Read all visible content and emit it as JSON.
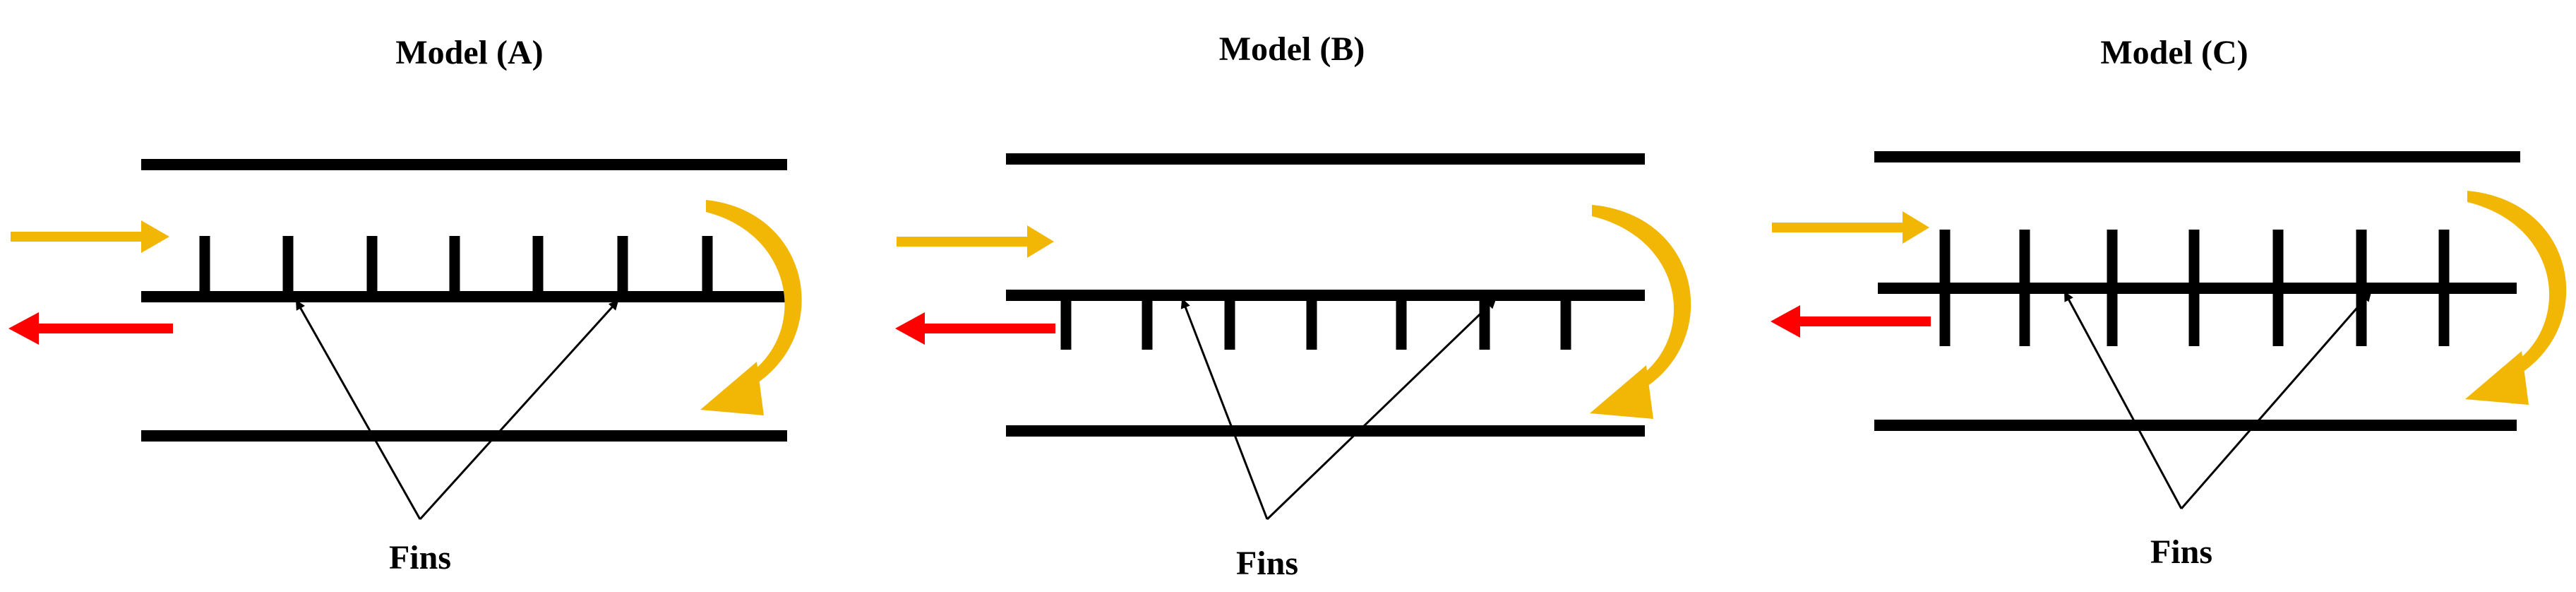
{
  "colors": {
    "line": "#000000",
    "inflow_arrow": "#F2B705",
    "outflow_arrow": "#FF0000",
    "turn_arrow": "#F2B705",
    "background": "#FFFFFF"
  },
  "models": [
    {
      "id": "A",
      "title": "Model (A)",
      "fin_label": "Fins",
      "fin_placement": "above inner plate"
    },
    {
      "id": "B",
      "title": "Model (B)",
      "fin_label": "Fins",
      "fin_placement": "below inner plate"
    },
    {
      "id": "C",
      "title": "Model (C)",
      "fin_label": "Fins",
      "fin_placement": "both sides of inner plate"
    }
  ]
}
